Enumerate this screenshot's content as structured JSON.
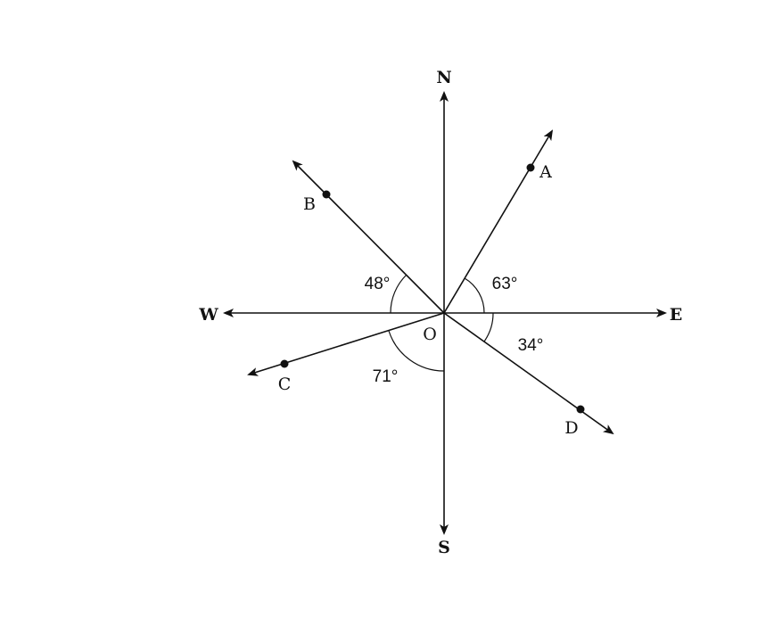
{
  "compass": {
    "north": "N",
    "south": "S",
    "east": "E",
    "west": "W",
    "origin": "O"
  },
  "points": {
    "a": "A",
    "b": "B",
    "c": "C",
    "d": "D"
  },
  "angles": {
    "b_from_west": "48°",
    "a_from_east": "63°",
    "d_from_east": "34°",
    "c_from_south": "71°"
  }
}
